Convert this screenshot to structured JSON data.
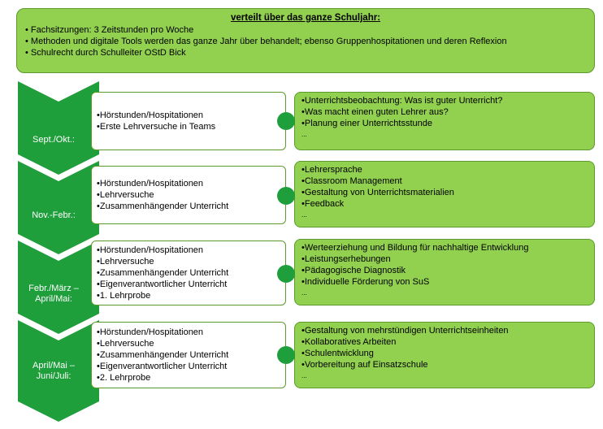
{
  "header": {
    "title": "verteilt über das ganze Schuljahr:",
    "items": [
      "• Fachsitzungen: 3 Zeitstunden pro Woche",
      "• Methoden und digitale Tools werden das ganze Jahr über behandelt; ebenso Gruppenhospitationen und deren Reflexion",
      "• Schulrecht durch Schulleiter OStD Bick"
    ]
  },
  "phases": [
    {
      "label": "Sept./Okt.:",
      "activities": [
        "•Hörstunden/Hospitationen",
        "•Erste Lehrversuche in Teams"
      ],
      "topics": [
        "•Unterrichtsbeobachtung: Was ist guter Unterricht?",
        "•Was macht einen guten Lehrer aus?",
        "•Planung einer Unterrichtsstunde",
        "..."
      ]
    },
    {
      "label": "Nov.-Febr.:",
      "activities": [
        "•Hörstunden/Hospitationen",
        "•Lehrversuche",
        "•Zusammenhängender Unterricht"
      ],
      "topics": [
        "•Lehrersprache",
        "•Classroom Management",
        "•Gestaltung von Unterrichtsmaterialien",
        "•Feedback",
        "..."
      ]
    },
    {
      "label": "Febr./März – April/Mai:",
      "activities": [
        "•Hörstunden/Hospitationen",
        "•Lehrversuche",
        "•Zusammenhängender Unterricht",
        "•Eigenverantwortlicher Unterricht",
        "•1. Lehrprobe"
      ],
      "topics": [
        "•Werteerziehung und Bildung für nachhaltige Entwicklung",
        "•Leistungserhebungen",
        "•Pädagogische Diagnostik",
        "•Individuelle Förderung von SuS",
        "..."
      ]
    },
    {
      "label": "April/Mai – Juni/Juli:",
      "activities": [
        "•Hörstunden/Hospitationen",
        "•Lehrversuche",
        "•Zusammenhängender Unterricht",
        "•Eigenverantwortlicher Unterricht",
        "•2. Lehrprobe"
      ],
      "topics": [
        "•Gestaltung von mehrstündigen Unterrichtseinheiten",
        "•Kollaboratives Arbeiten",
        "•Schulentwicklung",
        "•Vorbereitung auf Einsatzschule",
        "..."
      ]
    }
  ],
  "colors": {
    "light_green": "#92d050",
    "dark_green": "#1f9e3c",
    "border_green": "#5b9a2b"
  }
}
